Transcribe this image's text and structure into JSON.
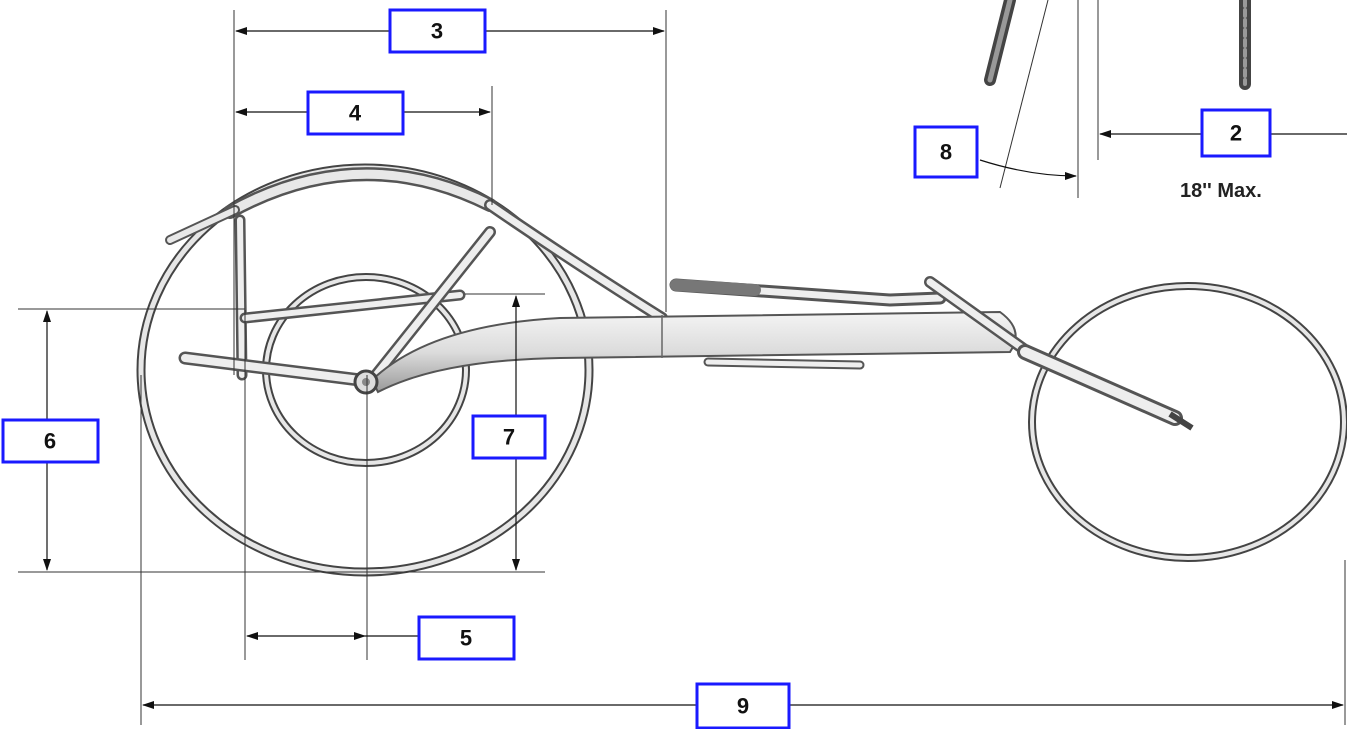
{
  "dimensions": {
    "d2": "2",
    "d3": "3",
    "d4": "4",
    "d5": "5",
    "d6": "6",
    "d7": "7",
    "d8": "8",
    "d9": "9"
  },
  "notes": {
    "max_width": "18'' Max."
  },
  "colors": {
    "box_border": "#1a1aff",
    "frame": "#555555"
  }
}
